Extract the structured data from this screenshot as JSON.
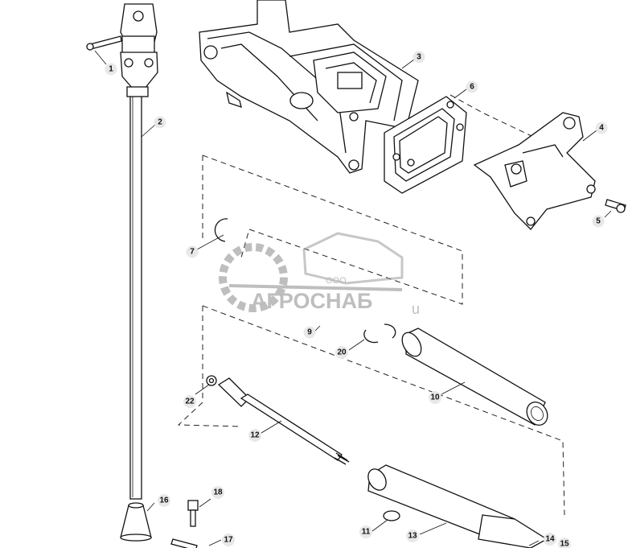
{
  "watermark": {
    "company_prefix": "ООО",
    "company_name": "АГРОСНАБ",
    "suffix": "u"
  },
  "callouts": [
    "1",
    "2",
    "3",
    "4",
    "5",
    "6",
    "7",
    "9",
    "10",
    "11",
    "12",
    "13",
    "14",
    "15",
    "16",
    "17",
    "18",
    "20",
    "22"
  ]
}
